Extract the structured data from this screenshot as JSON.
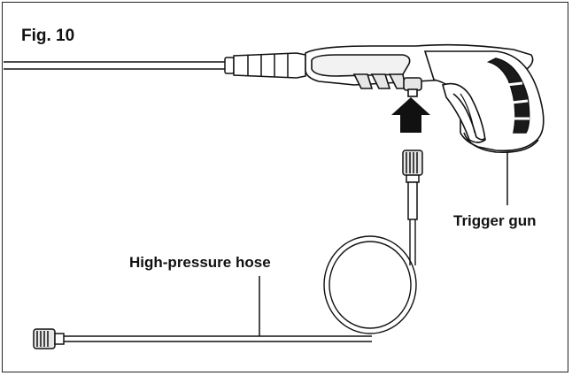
{
  "figure": {
    "title": "Fig. 10"
  },
  "labels": {
    "trigger_gun": "Trigger gun",
    "high_pressure_hose": "High-pressure hose"
  },
  "colors": {
    "line": "#111111",
    "fill_light": "#ffffff",
    "fill_mid": "#e6e6e6",
    "fill_dark": "#1a1a1a"
  },
  "icons": {
    "arrow": "up-arrow-icon"
  }
}
